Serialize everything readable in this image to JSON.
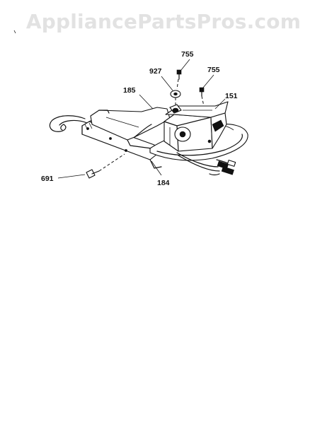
{
  "watermark": "AppliancePartsPros.com",
  "callouts": {
    "c755a": "755",
    "c927": "927",
    "c755b": "755",
    "c185": "185",
    "c151": "151",
    "c691": "691",
    "c184": "184"
  },
  "colors": {
    "watermark": "#e2e2e2",
    "ink": "#111111",
    "background": "#ffffff"
  }
}
